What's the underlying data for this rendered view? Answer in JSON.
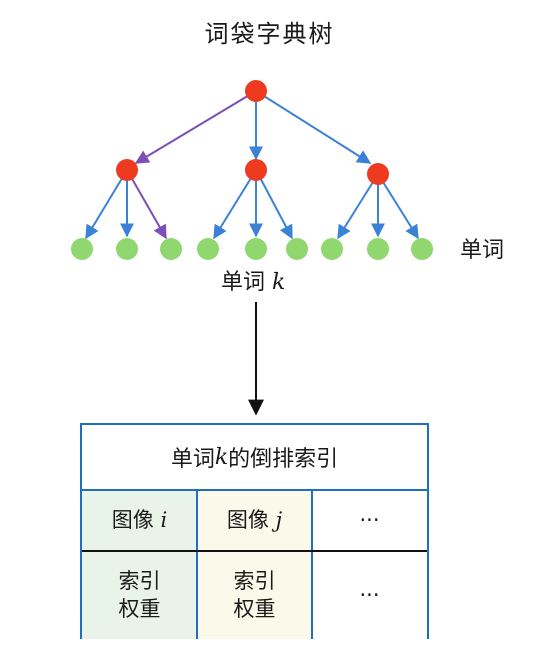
{
  "title": "词袋字典树",
  "tree": {
    "leaf_side_label": "单词",
    "word_k_label": "单词",
    "word_k_var": "k"
  },
  "colors": {
    "internal_node": "#ee3b1f",
    "leaf_node": "#90d770",
    "edge": "#3b82d6",
    "highlight_edge": "#7b4fb5",
    "table_border": "#1e6fc0"
  },
  "index": {
    "header_pre": "单词 ",
    "header_var": "k",
    "header_post": " 的倒排索引",
    "col1_label": "图像 ",
    "col1_var": "i",
    "col2_label": "图像 ",
    "col2_var": "j",
    "col3_label": "···",
    "row2_line1": "索引",
    "row2_line2": "权重",
    "row2_col3": "···"
  }
}
